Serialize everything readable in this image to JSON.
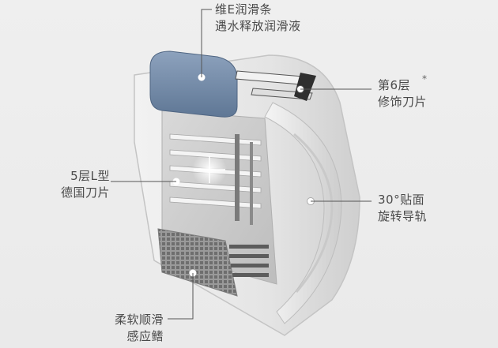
{
  "labels": {
    "lube": {
      "line1": "维E润滑条",
      "line2": "遇水释放润滑液"
    },
    "blade6": {
      "line1": "第6层",
      "line2": "修饰刀片",
      "mark": "*"
    },
    "blades5": {
      "line1": "5层L型",
      "line2": "德国刀片"
    },
    "rail": {
      "line1": "30°贴面",
      "line2": "旋转导轨"
    },
    "comb": {
      "line1": "柔软顺滑",
      "line2": "感应鳍"
    }
  },
  "colors": {
    "background": "#ececec",
    "lube_strip": "#6f86a3",
    "shell": "#e7e7e7",
    "leader_line": "#555555",
    "label_text": "#4a4a4a"
  }
}
